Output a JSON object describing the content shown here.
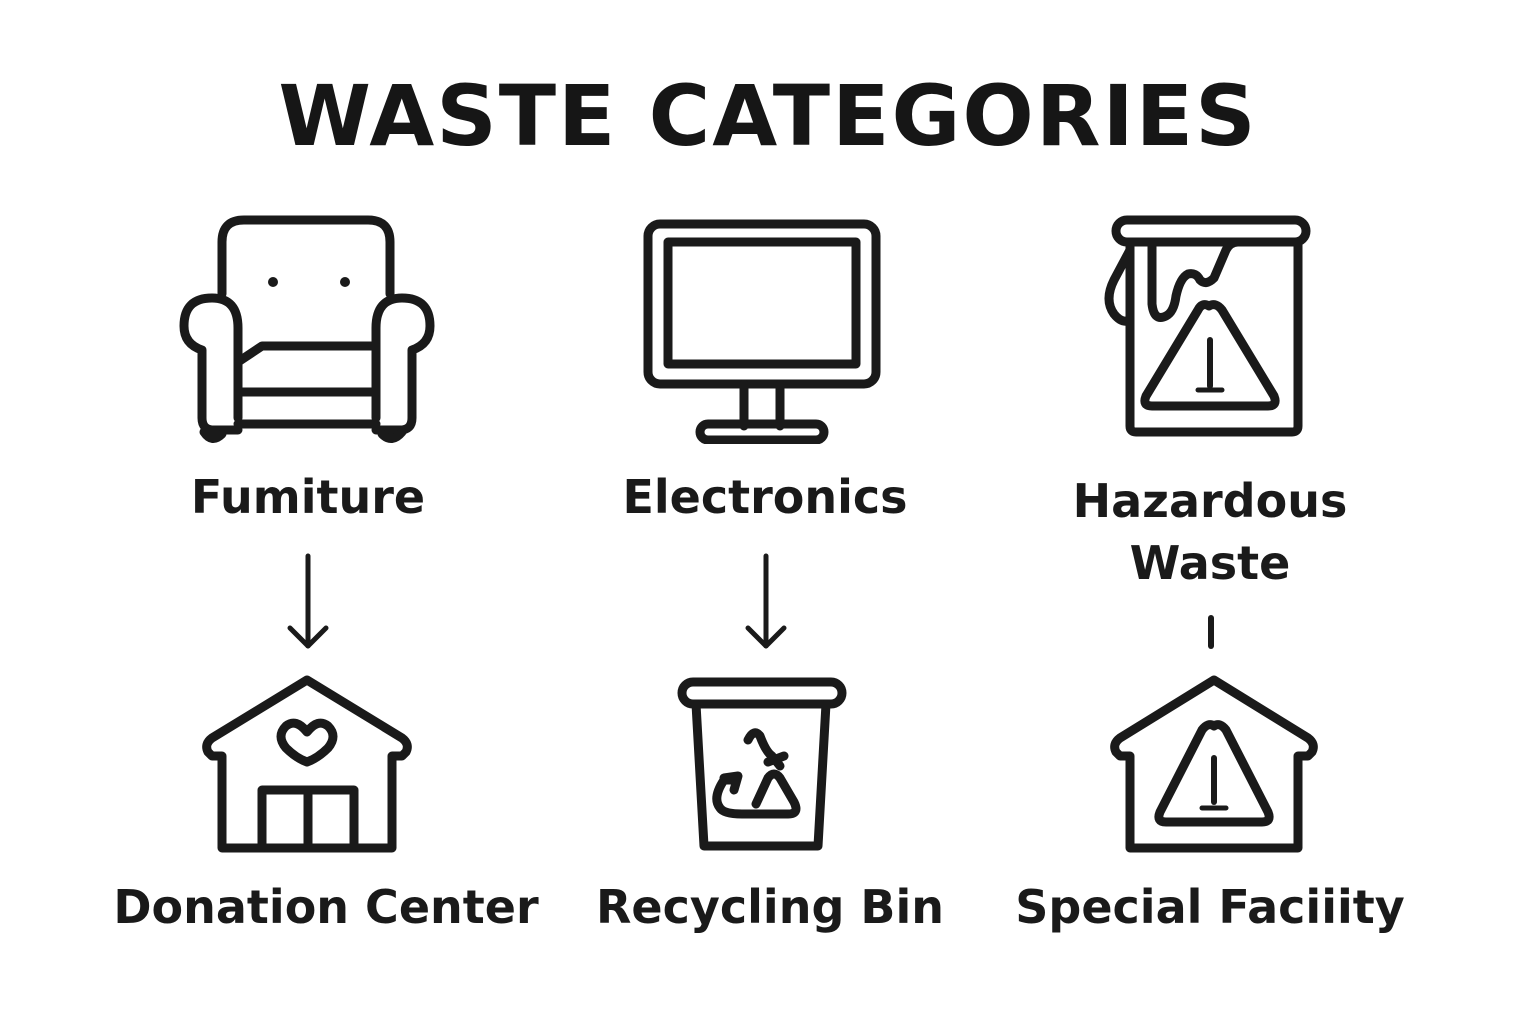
{
  "title": "WASTE CATEGORIES",
  "colors": {
    "stroke": "#1a1a1a",
    "background": "#ffffff"
  },
  "columns": [
    {
      "category": {
        "label": "Fumiture",
        "icon": "armchair-icon"
      },
      "connector": "down-arrow",
      "destination": {
        "label": "Donation Center",
        "icon": "house-heart-icon"
      }
    },
    {
      "category": {
        "label": "Electronics",
        "icon": "monitor-icon"
      },
      "connector": "down-arrow",
      "destination": {
        "label": "Recycling Bin",
        "icon": "recycling-bin-icon"
      }
    },
    {
      "category": {
        "label_line1": "Hazardous",
        "label_line2": "Waste",
        "icon": "paint-can-warning-icon"
      },
      "connector": "line",
      "destination": {
        "label": "Special Faciiity",
        "icon": "house-warning-icon"
      }
    }
  ]
}
